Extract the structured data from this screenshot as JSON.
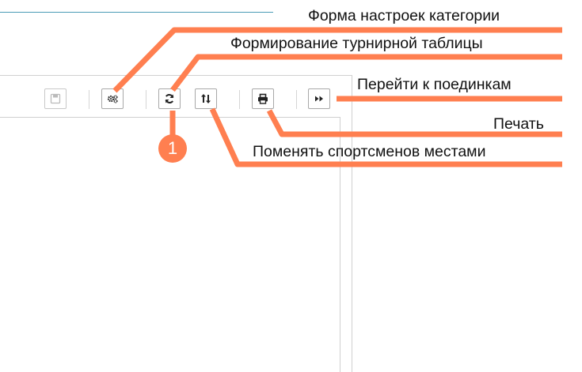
{
  "toolbar": {
    "buttons": [
      {
        "name": "save-button",
        "icon": "save-icon",
        "enabled": false
      },
      {
        "name": "category-settings-button",
        "icon": "gears-icon",
        "enabled": true
      },
      {
        "name": "refresh-button",
        "icon": "refresh-icon",
        "enabled": true
      },
      {
        "name": "swap-button",
        "icon": "swap-arrows-icon",
        "enabled": true
      },
      {
        "name": "print-button",
        "icon": "printer-icon",
        "enabled": true
      },
      {
        "name": "fights-button",
        "icon": "forward-icon",
        "enabled": true
      }
    ]
  },
  "callouts": {
    "category_settings": "Форма настроек категории",
    "tournament_table": "Формирование турнирной таблицы",
    "go_to_fights": "Перейти к поединкам",
    "print": "Печать",
    "swap_athletes": "Поменять спортсменов местами",
    "badge": "1"
  },
  "colors": {
    "accent": "#ff7f50",
    "border": "#a8a8a8",
    "divider": "#d0d0d0",
    "header_line": "#4a9bb5"
  }
}
